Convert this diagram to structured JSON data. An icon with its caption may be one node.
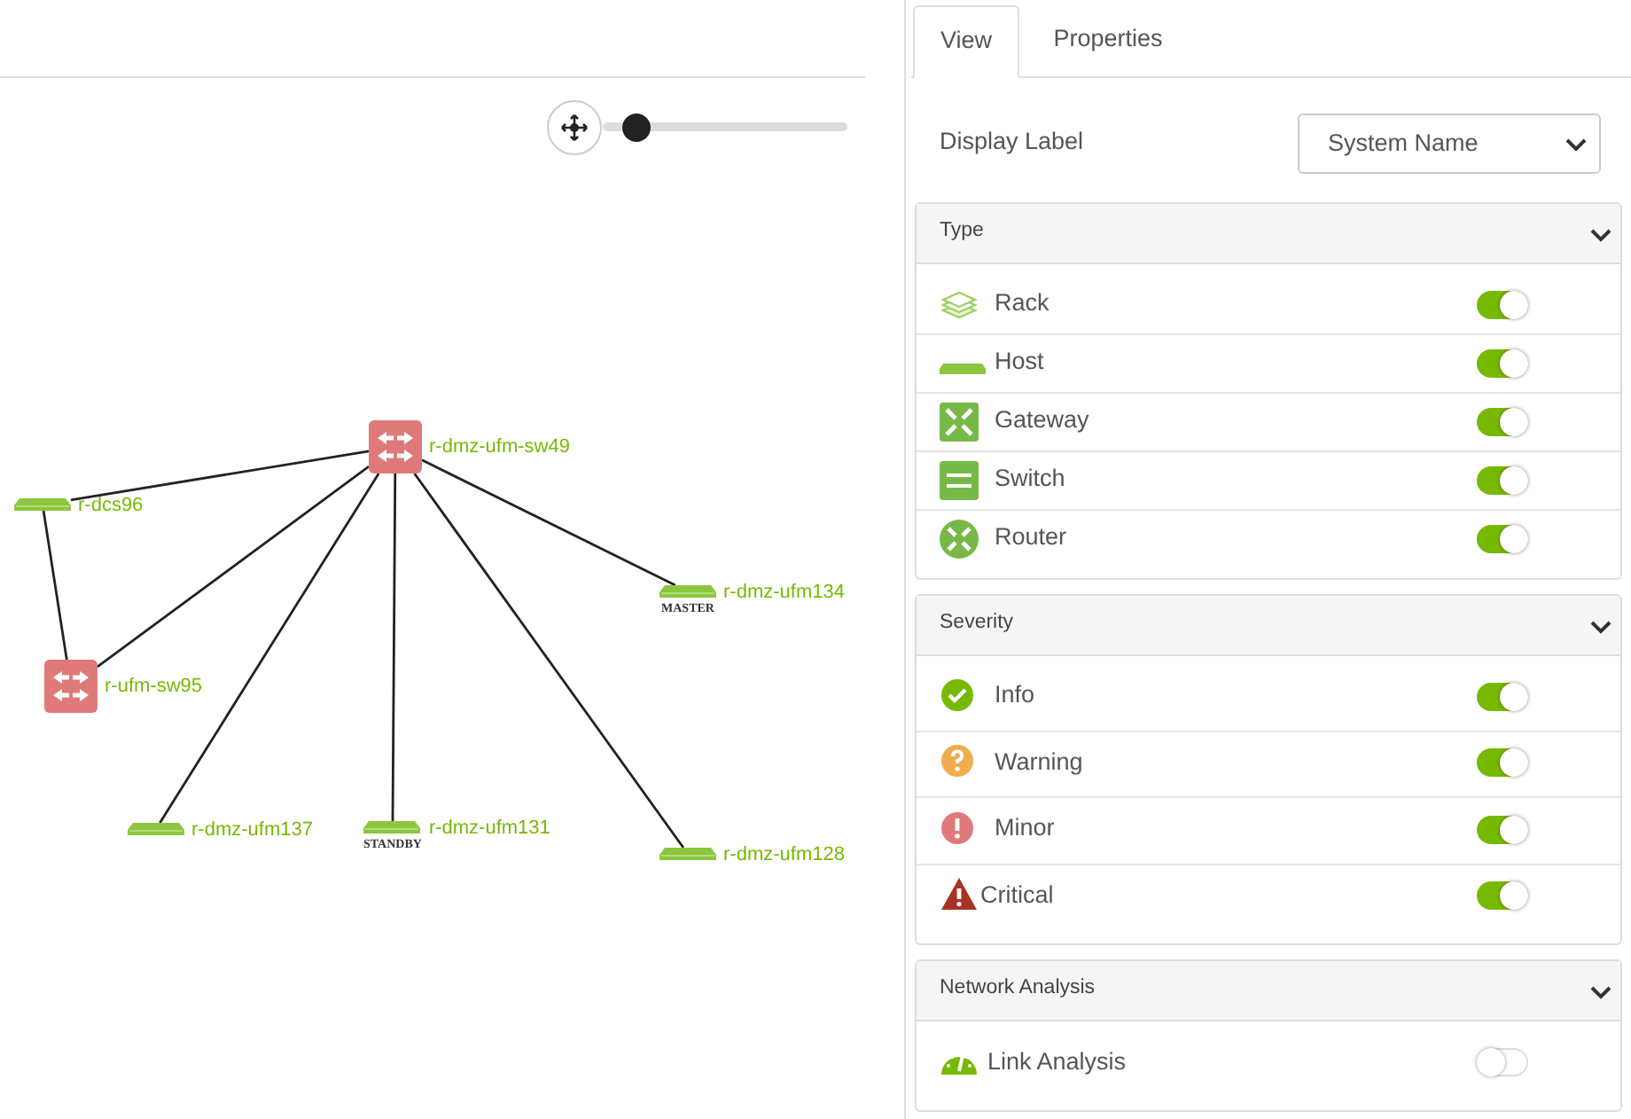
{
  "diagram": {
    "nodes": [
      {
        "text": [
          "r-dmz-ufm-sw49"
        ]
      },
      {
        "text": [
          "r-dcs96"
        ]
      },
      {
        "text": [
          "r-ufm-sw95"
        ]
      },
      {
        "text": [
          "r-dmz-ufm134"
        ],
        "beside": [
          "MASTER"
        ]
      },
      {
        "text": [
          "r-dmz-ufm137"
        ]
      },
      {
        "text": [
          "r-dmz-ufm131"
        ],
        "beside": [
          "STANDBY"
        ]
      },
      {
        "text": [
          "r-dmz-ufm128"
        ]
      }
    ],
    "edges": [
      {
        "from": 0,
        "to": 1,
        "arrow": "none"
      },
      {
        "from": 1,
        "to": 2,
        "arrow": "none"
      },
      {
        "from": 0,
        "to": 2,
        "arrow": "none"
      },
      {
        "from": 0,
        "to": 4,
        "arrow": "none"
      },
      {
        "from": 0,
        "to": 5,
        "arrow": "none"
      },
      {
        "from": 0,
        "to": 6,
        "arrow": "none"
      },
      {
        "from": 0,
        "to": 3,
        "arrow": "none"
      }
    ],
    "labels": [
      "View",
      "Properties",
      "Display Label",
      "System Name",
      "Type",
      "Rack",
      "Host",
      "Gateway",
      "Switch",
      "Router",
      "Severity",
      "Info",
      "Warning",
      "Minor",
      "Critical",
      "Network Analysis",
      "Link Analysis"
    ]
  }
}
